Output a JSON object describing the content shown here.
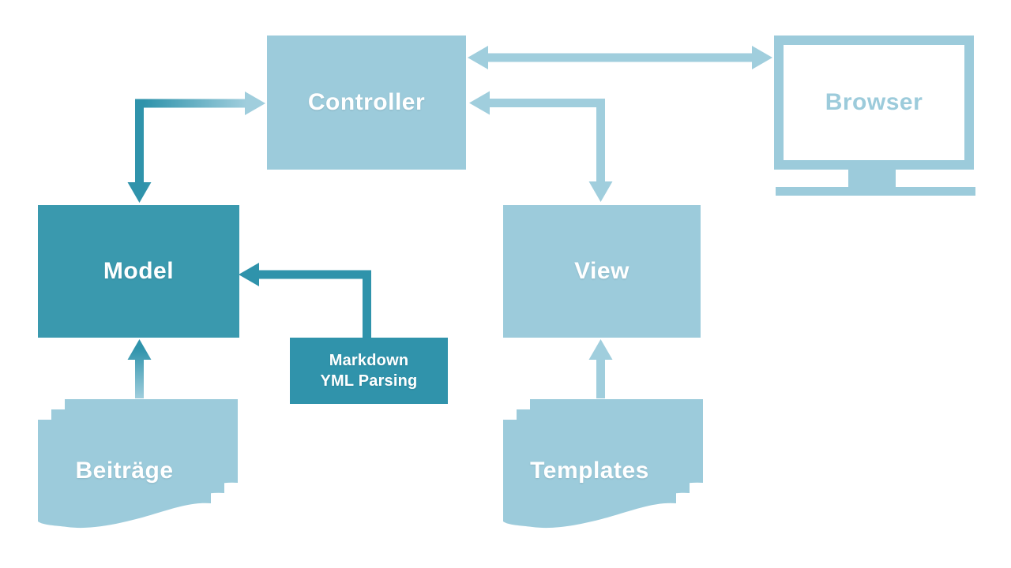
{
  "nodes": {
    "controller": {
      "label": "Controller"
    },
    "browser": {
      "label": "Browser"
    },
    "model": {
      "label": "Model"
    },
    "view": {
      "label": "View"
    },
    "parser": {
      "line1": "Markdown",
      "line2": "YML Parsing"
    },
    "posts": {
      "label": "Beiträge"
    },
    "templates": {
      "label": "Templates"
    }
  },
  "connections": [
    {
      "from": "controller",
      "to": "browser",
      "style": "double-headed horizontal arrow"
    },
    {
      "from": "controller",
      "to": "view",
      "style": "elbow arrow, heads into controller (left) and view (down)"
    },
    {
      "from": "model",
      "to": "controller",
      "style": "elbow arrow with gradient, heads into model (down) and controller (right)"
    },
    {
      "from": "parser",
      "to": "model",
      "style": "elbow arrow pointing left into model"
    },
    {
      "from": "posts",
      "to": "model",
      "style": "vertical gradient arrow pointing up"
    },
    {
      "from": "templates",
      "to": "view",
      "style": "vertical arrow pointing up"
    }
  ],
  "colors": {
    "background": "#ffffff",
    "box_light": "#9ccbdb",
    "box_teal": "#3a99ae",
    "parser_teal": "#3093ab",
    "arrow_light": "#a0cedd",
    "arrow_teal": "#2f93ab",
    "label_white": "#ffffff",
    "browser_label": "#9ccbdb",
    "screen_white": "#ffffff"
  }
}
